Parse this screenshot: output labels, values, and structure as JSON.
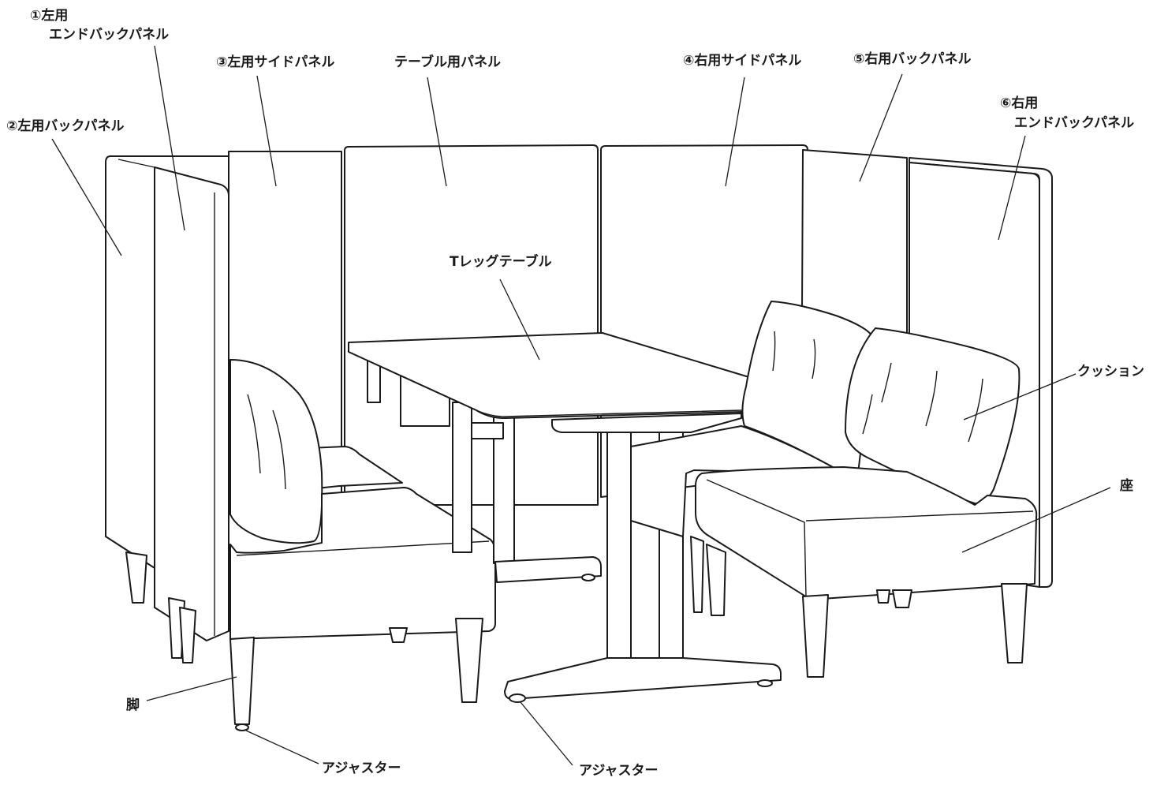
{
  "labels": {
    "left_end_back_panel_l1": "①左用",
    "left_end_back_panel_l2": "エンドバックパネル",
    "left_back_panel": "②左用バックパネル",
    "left_side_panel": "③左用サイドパネル",
    "table_panel": "テーブル用パネル",
    "right_side_panel": "④右用サイドパネル",
    "right_back_panel": "⑤右用バックパネル",
    "right_end_back_panel_l1": "⑥右用",
    "right_end_back_panel_l2": "エンドバックパネル",
    "t_leg_table": "Tレッグテーブル",
    "cushion": "クッション",
    "seat": "座",
    "leg": "脚",
    "adjuster_left": "アジャスター",
    "adjuster_center": "アジャスター"
  },
  "colors": {
    "line": "#1a1a1a",
    "fill": "#ffffff"
  }
}
